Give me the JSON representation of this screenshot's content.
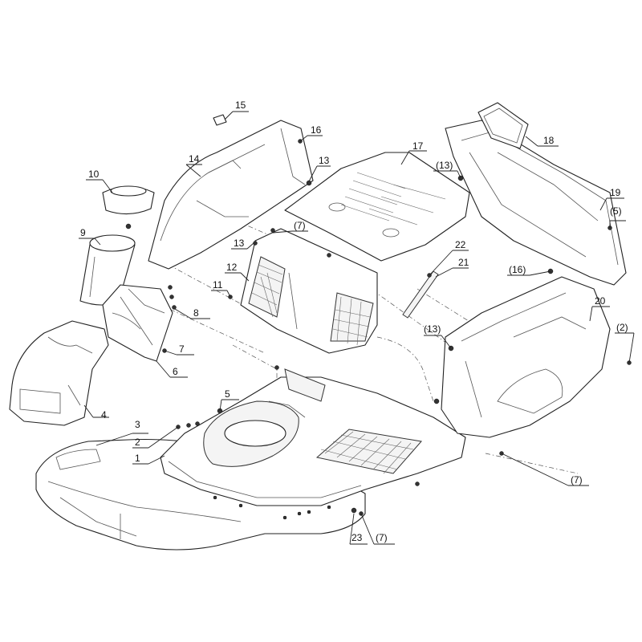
{
  "callouts": [
    {
      "id": "c1",
      "text": "1"
    },
    {
      "id": "c2",
      "text": "2"
    },
    {
      "id": "c2r",
      "text": "(2)"
    },
    {
      "id": "c3",
      "text": "3"
    },
    {
      "id": "c4",
      "text": "4"
    },
    {
      "id": "c5",
      "text": "5"
    },
    {
      "id": "c5r",
      "text": "(5)"
    },
    {
      "id": "c6",
      "text": "6"
    },
    {
      "id": "c7a",
      "text": "7"
    },
    {
      "id": "c7b",
      "text": "(7)"
    },
    {
      "id": "c7c",
      "text": "(7)"
    },
    {
      "id": "c7d",
      "text": "(7)"
    },
    {
      "id": "c8",
      "text": "8"
    },
    {
      "id": "c9",
      "text": "9"
    },
    {
      "id": "c10",
      "text": "10"
    },
    {
      "id": "c11",
      "text": "11"
    },
    {
      "id": "c12",
      "text": "12"
    },
    {
      "id": "c13a",
      "text": "13"
    },
    {
      "id": "c13b",
      "text": "13"
    },
    {
      "id": "c13c",
      "text": "(13)"
    },
    {
      "id": "c13d",
      "text": "(13)"
    },
    {
      "id": "c14",
      "text": "14"
    },
    {
      "id": "c15",
      "text": "15"
    },
    {
      "id": "c16",
      "text": "16"
    },
    {
      "id": "c16r",
      "text": "(16)"
    },
    {
      "id": "c17",
      "text": "17"
    },
    {
      "id": "c18",
      "text": "18"
    },
    {
      "id": "c19",
      "text": "19"
    },
    {
      "id": "c20",
      "text": "20"
    },
    {
      "id": "c21",
      "text": "21"
    },
    {
      "id": "c22",
      "text": "22"
    },
    {
      "id": "c23",
      "text": "23"
    }
  ]
}
